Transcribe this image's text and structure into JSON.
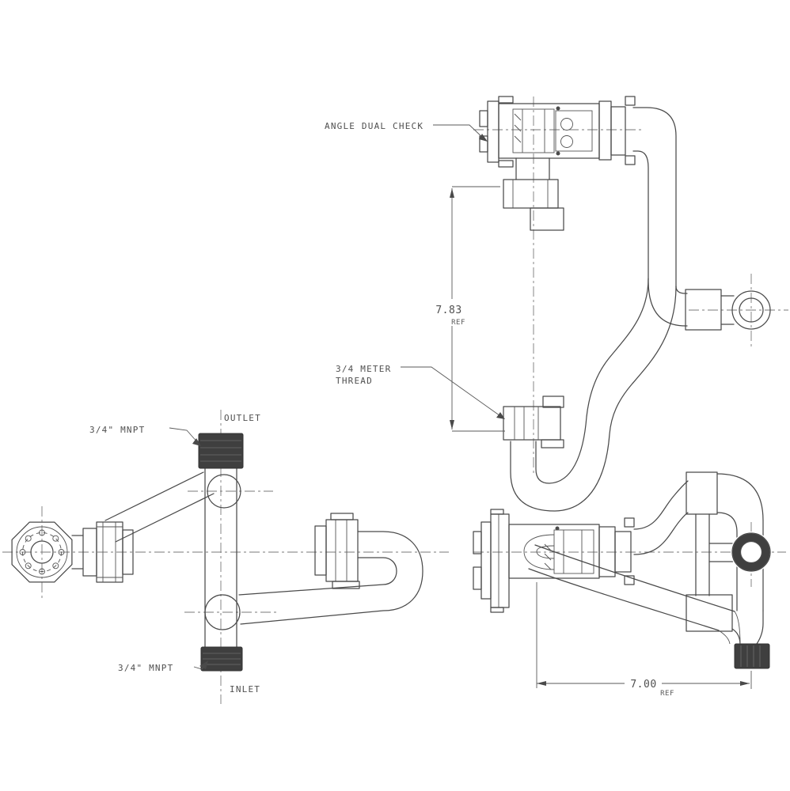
{
  "drawing": {
    "callouts": {
      "angle_dual_check": "ANGLE DUAL CHECK",
      "meter_thread_line1": "3/4 METER",
      "meter_thread_line2": "THREAD",
      "mnpt_outlet": "3/4\" MNPT",
      "mnpt_inlet": "3/4\" MNPT",
      "outlet": "OUTLET",
      "inlet": "INLET"
    },
    "dimensions": {
      "height": {
        "value": "7.83",
        "ref": "REF"
      },
      "width": {
        "value": "7.00",
        "ref": "REF"
      }
    },
    "colors": {
      "line": "#4a4a4a",
      "dark_fitting": "#3f3f3f",
      "text": "#4f4f4f",
      "background": "#ffffff"
    }
  }
}
